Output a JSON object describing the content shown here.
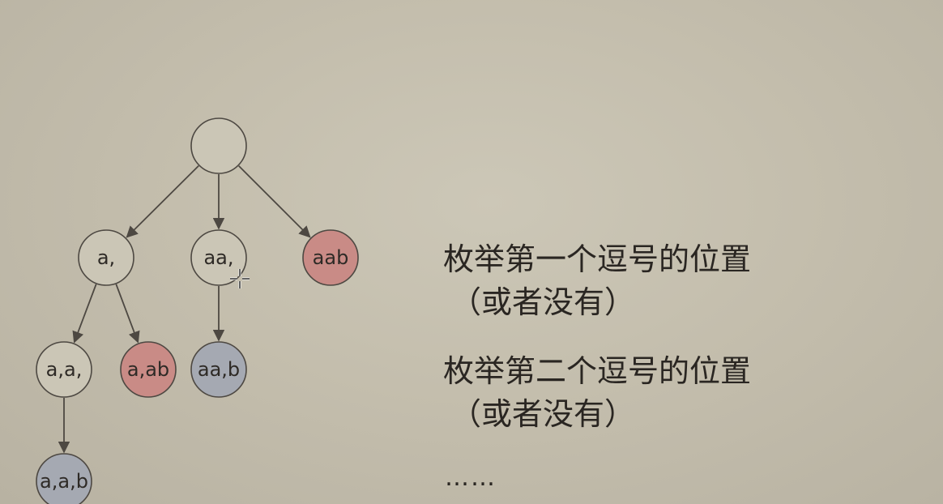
{
  "tree": {
    "nodes": [
      {
        "id": "root",
        "label": "",
        "state": "partial"
      },
      {
        "id": "n1",
        "label": "a,",
        "state": "partial"
      },
      {
        "id": "n2",
        "label": "aa,",
        "state": "partial"
      },
      {
        "id": "n3",
        "label": "aab",
        "state": "red"
      },
      {
        "id": "n4",
        "label": "a,a,",
        "state": "partial"
      },
      {
        "id": "n5",
        "label": "a,ab",
        "state": "red"
      },
      {
        "id": "n6",
        "label": "aa,b",
        "state": "blue"
      },
      {
        "id": "n7",
        "label": "a,a,b",
        "state": "blue"
      }
    ],
    "edges": [
      [
        "root",
        "n1"
      ],
      [
        "root",
        "n2"
      ],
      [
        "root",
        "n3"
      ],
      [
        "n1",
        "n4"
      ],
      [
        "n1",
        "n5"
      ],
      [
        "n2",
        "n6"
      ],
      [
        "n4",
        "n7"
      ]
    ],
    "colors": {
      "partial": "#cbc6b6",
      "red": "#c98b86",
      "blue": "#a5a9b2",
      "edge": "#4d4842"
    }
  },
  "text": {
    "line1": "枚举第一个逗号的位置",
    "line2": "（或者没有）",
    "line3": "枚举第二个逗号的位置",
    "line4": "（或者没有）",
    "ellipsis": "……"
  }
}
